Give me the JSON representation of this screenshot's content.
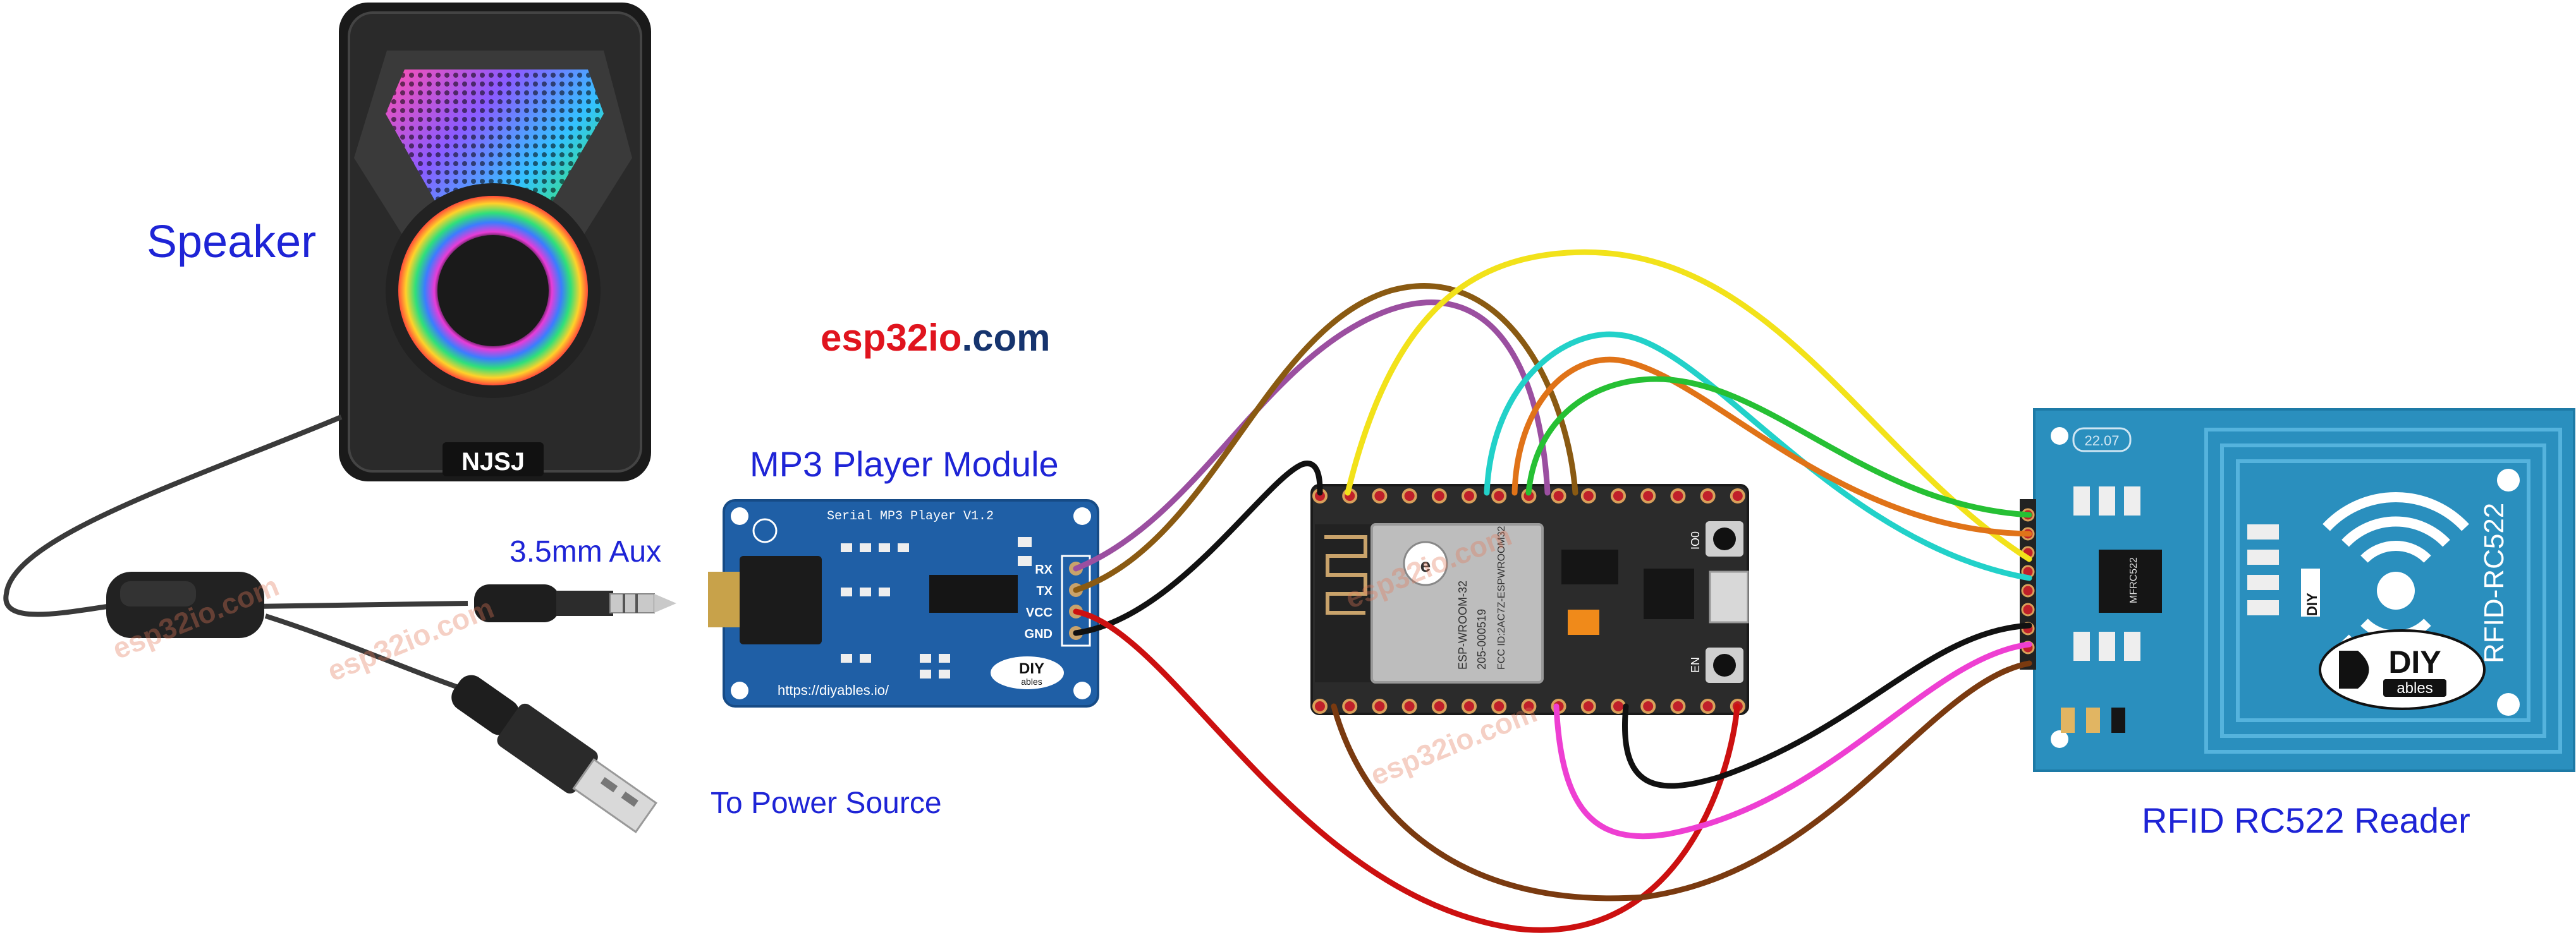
{
  "labels": {
    "speaker": "Speaker",
    "mp3_module": "MP3 Player Module",
    "aux": "3.5mm Aux",
    "power": "To Power Source",
    "rfid": "RFID RC522 Reader"
  },
  "brand": {
    "part1": "esp32",
    "part2": "io",
    "part3": ".com"
  },
  "watermarks": [
    "esp32io.com",
    "esp32io.com",
    "esp32io.com",
    "esp32io.com"
  ],
  "speaker": {
    "brand_text": "NJSJ"
  },
  "mp3": {
    "board_title": "Serial MP3 Player V1.2",
    "url": "https://diyables.io/",
    "pins": [
      "RX",
      "TX",
      "VCC",
      "GND"
    ],
    "logo_main": "DIY",
    "logo_sub": "ables"
  },
  "esp32": {
    "module_line1": "ESP-WROOM-32",
    "module_line2": "205-000519",
    "module_line3": "FCC ID:2AC7Z-ESPWROOM32",
    "btn_left": "EN",
    "btn_right": "IO0"
  },
  "rfid": {
    "chip": "MFRC522",
    "side_text": "RFID-RC522",
    "logo_main": "DIY",
    "logo_sub": "ables",
    "date_code": "22.07"
  },
  "colors": {
    "label_blue": "#1e24d6",
    "board_blue": "#1f5fa6",
    "rfid_blue": "#2a8fbe",
    "esp_board": "#2b2b2b",
    "wire_red": "#cc1010",
    "wire_black": "#111111",
    "wire_purple": "#9b4fa0",
    "wire_brown": "#8a5a12",
    "wire_yellow": "#f2e21a",
    "wire_cyan": "#22d1c9",
    "wire_orange": "#e07318",
    "wire_green": "#26c034",
    "wire_magenta": "#ee3fd2",
    "wire_darkbrown": "#7a3a10"
  }
}
